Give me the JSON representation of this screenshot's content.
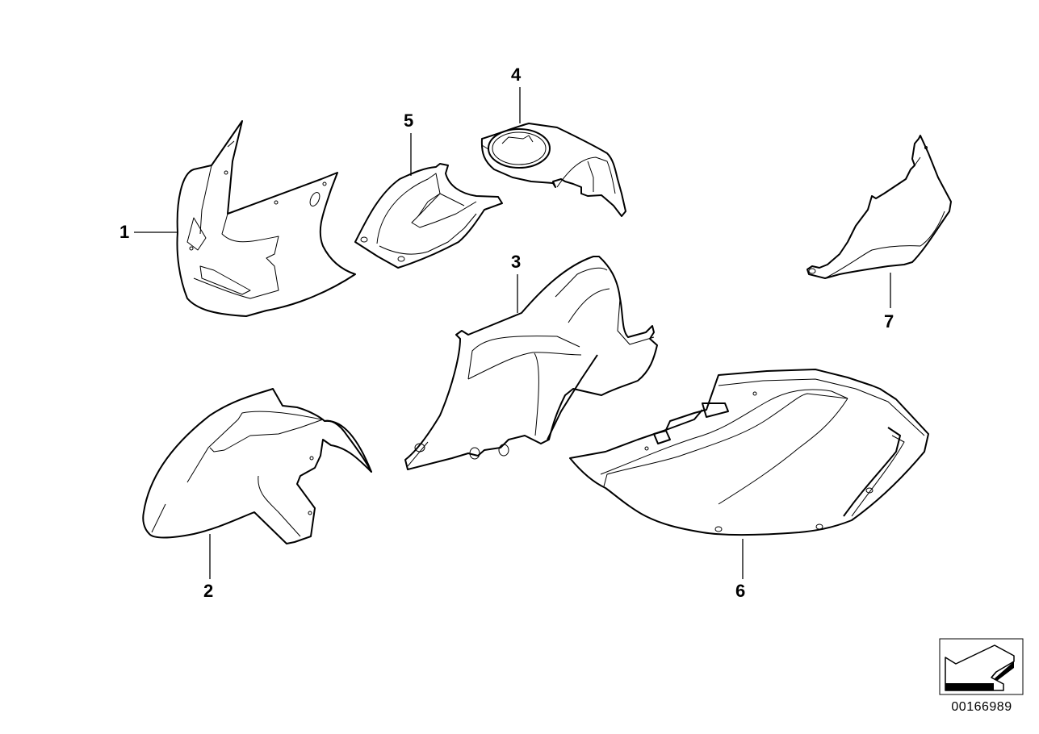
{
  "diagram": {
    "title": "Body panels / fairing parts exploded view",
    "reference_number": "00166989",
    "callouts": [
      {
        "id": "1",
        "label": "1",
        "part": "front-fairing"
      },
      {
        "id": "2",
        "label": "2",
        "part": "front-mudguard"
      },
      {
        "id": "3",
        "label": "3",
        "part": "side-panel-left"
      },
      {
        "id": "4",
        "label": "4",
        "part": "tank-cover-with-fuel-filler-ring"
      },
      {
        "id": "5",
        "label": "5",
        "part": "center-cover-panel"
      },
      {
        "id": "6",
        "label": "6",
        "part": "side-panel-large"
      },
      {
        "id": "7",
        "label": "7",
        "part": "side-trim-panel"
      }
    ],
    "orientation_icon": "orientation-arrow-icon",
    "colors": {
      "line": "#000000",
      "background": "#ffffff"
    }
  }
}
